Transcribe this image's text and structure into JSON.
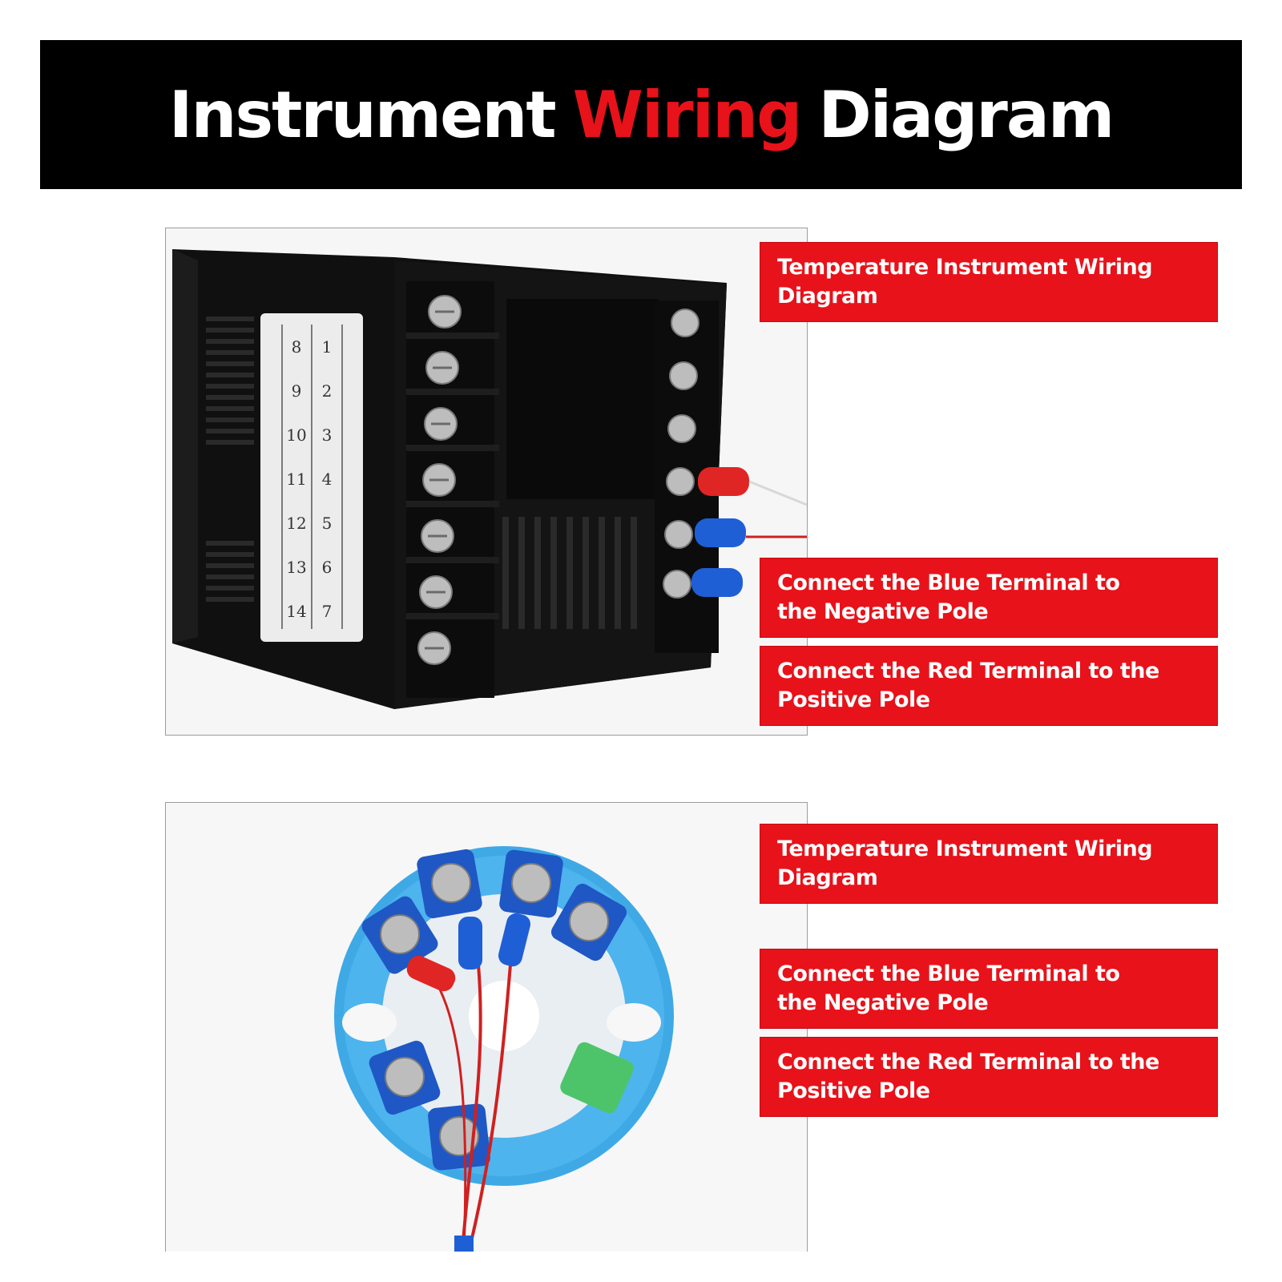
{
  "header": {
    "title_part1": "Instrument",
    "title_part2": "Wiring",
    "title_part3": "Diagram"
  },
  "panel1": {
    "labels": [
      "Temperature Instrument Wiring Diagram",
      "Connect the Blue Terminal to\nthe Negative Pole",
      "Connect the Red Terminal to the\nPositive Pole"
    ],
    "terminal_numbers_right": [
      "1",
      "2",
      "3",
      "4",
      "5",
      "6",
      "7"
    ],
    "terminal_numbers_left": [
      "8",
      "9",
      "10",
      "11",
      "12",
      "13",
      "14"
    ]
  },
  "panel2": {
    "labels": [
      "Temperature Instrument Wiring Diagram",
      "Connect the Blue Terminal to\nthe Negative Pole",
      "Connect the Red Terminal to the\nPositive Pole"
    ]
  },
  "colors": {
    "accent_red": "#e8121a",
    "terminal_blue": "#1f5fd6",
    "terminal_red": "#e02525",
    "transmitter_blue": "#3fa9e6"
  }
}
